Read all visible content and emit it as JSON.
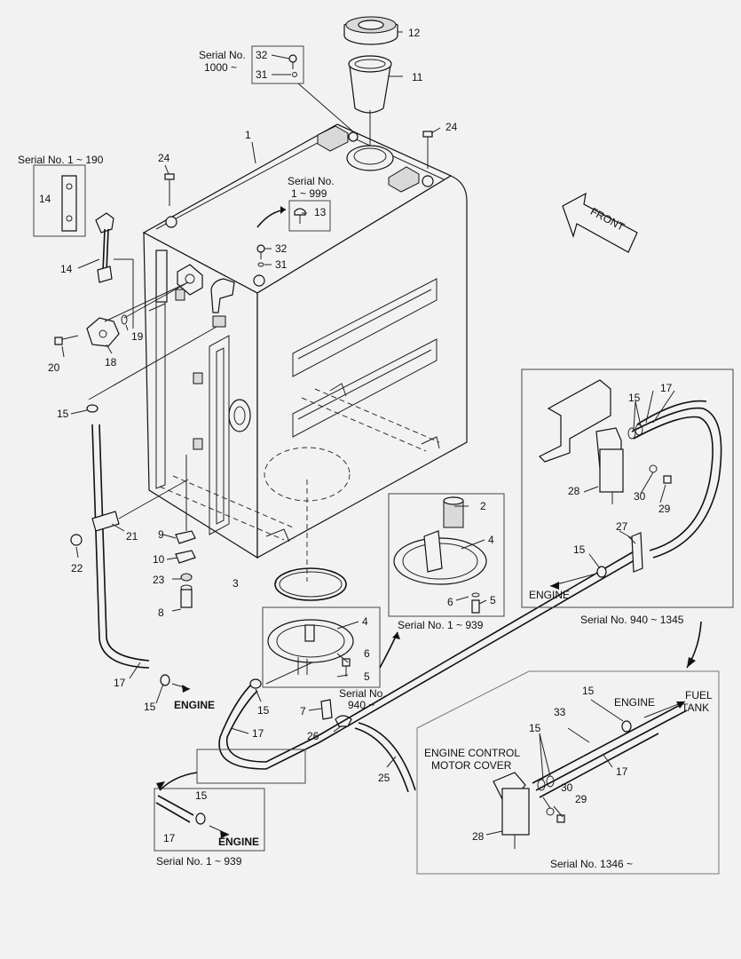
{
  "callouts": [
    {
      "n": "1"
    },
    {
      "n": "2"
    },
    {
      "n": "3"
    },
    {
      "n": "4"
    },
    {
      "n": "4"
    },
    {
      "n": "5"
    },
    {
      "n": "5"
    },
    {
      "n": "6"
    },
    {
      "n": "6"
    },
    {
      "n": "7"
    },
    {
      "n": "8"
    },
    {
      "n": "9"
    },
    {
      "n": "10"
    },
    {
      "n": "11"
    },
    {
      "n": "12"
    },
    {
      "n": "13"
    },
    {
      "n": "14"
    },
    {
      "n": "14"
    },
    {
      "n": "15"
    },
    {
      "n": "15"
    },
    {
      "n": "15"
    },
    {
      "n": "15"
    },
    {
      "n": "15"
    },
    {
      "n": "15"
    },
    {
      "n": "15"
    },
    {
      "n": "15"
    },
    {
      "n": "17"
    },
    {
      "n": "17"
    },
    {
      "n": "17"
    },
    {
      "n": "17"
    },
    {
      "n": "17"
    },
    {
      "n": "18"
    },
    {
      "n": "19"
    },
    {
      "n": "20"
    },
    {
      "n": "21"
    },
    {
      "n": "22"
    },
    {
      "n": "23"
    },
    {
      "n": "24"
    },
    {
      "n": "24"
    },
    {
      "n": "25"
    },
    {
      "n": "26"
    },
    {
      "n": "27"
    },
    {
      "n": "28"
    },
    {
      "n": "28"
    },
    {
      "n": "29"
    },
    {
      "n": "29"
    },
    {
      "n": "30"
    },
    {
      "n": "30"
    },
    {
      "n": "31"
    },
    {
      "n": "31"
    },
    {
      "n": "32"
    },
    {
      "n": "32"
    },
    {
      "n": "33"
    }
  ],
  "notes": {
    "serial_1000": [
      "Serial No.",
      "1000 ~"
    ],
    "serial_1_190": "Serial No. 1 ~ 190",
    "serial_1_999": [
      "Serial No.",
      "1 ~ 999"
    ],
    "serial_1_939_a": "Serial No. 1 ~ 939",
    "serial_940": [
      "Serial No.",
      "940 ~"
    ],
    "serial_940_1345": "Serial No. 940 ~ 1345",
    "serial_1346": "Serial No. 1346 ~",
    "serial_1_939_b": "Serial No. 1 ~ 939",
    "front": "FRONT",
    "engine_1": "ENGINE",
    "engine_2": "ENGINE",
    "engine_3": "ENGINE",
    "engine_4": "ENGINE",
    "fuel_tank": [
      "FUEL",
      "TANK"
    ],
    "engine_control": [
      "ENGINE CONTROL",
      "MOTOR COVER"
    ]
  }
}
